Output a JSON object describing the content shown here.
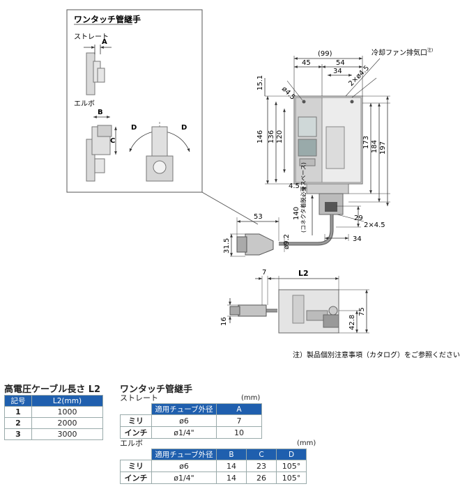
{
  "inset": {
    "title": "ワンタッチ管継手",
    "straight_label": "ストレート",
    "elbow_label": "エルボ",
    "dim_a": "A",
    "dim_b": "B",
    "dim_c": "C",
    "dim_d": "D"
  },
  "front_view": {
    "dims": {
      "d99": "(99)",
      "d45": "45",
      "d54": "54",
      "d34_top": "34",
      "hole_top": "2×ø4.5",
      "phi45": "ø4.5",
      "d15_1": "15.1",
      "d146": "146",
      "d136": "136",
      "d120": "120",
      "d173": "173",
      "d184": "184",
      "d197": "197",
      "d4_5": "4.5",
      "d140": "140",
      "connector_space": "(コネクタ着脱必要スペース)",
      "d29": "29",
      "hole_bottom": "2×4.5",
      "d34_bottom": "34",
      "d53": "53",
      "d31_5": "31.5",
      "phi9_2": "ø9.2"
    },
    "fan_label": "冷却ファン排気口",
    "fan_note_mark": "注)"
  },
  "side_view": {
    "dims": {
      "d7": "7",
      "l2": "L2",
      "d16": "16",
      "d42_8": "42.8",
      "d75": "75"
    }
  },
  "footnote": "注）製品個別注意事項（カタログ）をご参照ください。",
  "cable_table": {
    "title": "高電圧ケーブル長さ L2",
    "headers": [
      "記号",
      "L2(mm)"
    ],
    "rows": [
      [
        "1",
        "1000"
      ],
      [
        "2",
        "2000"
      ],
      [
        "3",
        "3000"
      ]
    ]
  },
  "fitting_table": {
    "title": "ワンタッチ管継手",
    "straight": {
      "label": "ストレート",
      "unit": "(mm)",
      "headers": [
        "",
        "適用チューブ外径",
        "A"
      ],
      "rows": [
        [
          "ミリ",
          "ø6",
          "7"
        ],
        [
          "インチ",
          "ø1/4\"",
          "10"
        ]
      ]
    },
    "elbow": {
      "label": "エルボ",
      "unit": "(mm)",
      "headers": [
        "",
        "適用チューブ外径",
        "B",
        "C",
        "D"
      ],
      "rows": [
        [
          "ミリ",
          "ø6",
          "14",
          "23",
          "105°"
        ],
        [
          "インチ",
          "ø1/4\"",
          "14",
          "26",
          "105°"
        ]
      ]
    }
  }
}
